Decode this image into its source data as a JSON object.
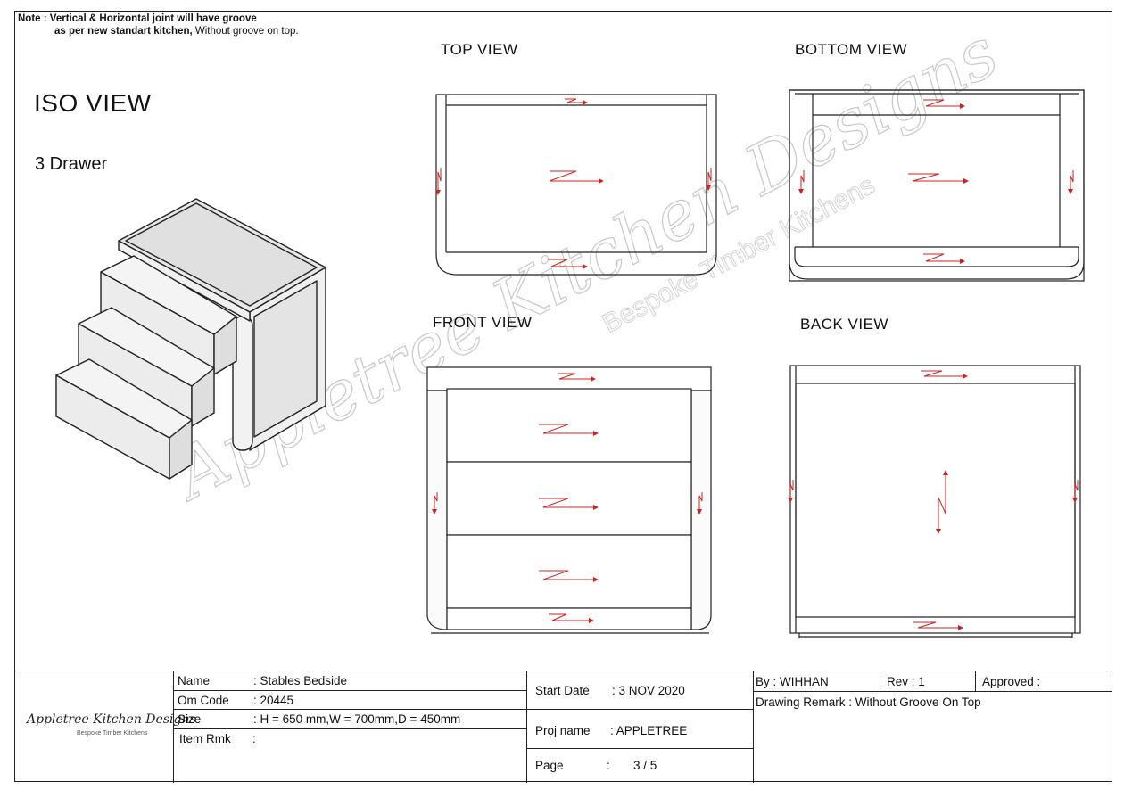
{
  "note": {
    "line1_prefix": "Note : ",
    "line1": "Vertical & Horizontal joint will have groove",
    "line2a": "as per new standart kitchen, ",
    "line2b": "Without groove on top."
  },
  "iso": {
    "title": "ISO VIEW",
    "subtitle": "3 Drawer"
  },
  "views": {
    "top": "TOP VIEW",
    "bottom": "BOTTOM VIEW",
    "front": "FRONT VIEW",
    "back": "BACK VIEW"
  },
  "watermark": {
    "main": "Appletree Kitchen Designs",
    "sub": "Bespoke Timber Kitchens"
  },
  "title_block": {
    "logo_main": "Appletree Kitchen Designs",
    "logo_sub": "Bespoke Timber Kitchens",
    "name_label": "Name",
    "name_value": ":  Stables Bedside",
    "omcode_label": "Om Code",
    "omcode_value": ":  20445",
    "size_label": "Size",
    "size_value": ":  H = 650 mm,W = 700mm,D = 450mm",
    "itemrmk_label": "Item Rmk",
    "itemrmk_value": ":",
    "startdate_label": "Start Date",
    "startdate_value": ":  3 NOV 2020",
    "projname_label": "Proj name",
    "projname_value": ":  APPLETREE",
    "page_label": "Page",
    "page_value": ":       3 / 5",
    "by_label": "By  :  WIHHAN",
    "rev_label": "Rev   :  1",
    "approved_label": "Approved   :",
    "remark": "Drawing Remark : Without Groove On Top"
  },
  "colors": {
    "line": "#222222",
    "grain_arrow": "#cc2222",
    "panel": "#e8e8e8"
  }
}
